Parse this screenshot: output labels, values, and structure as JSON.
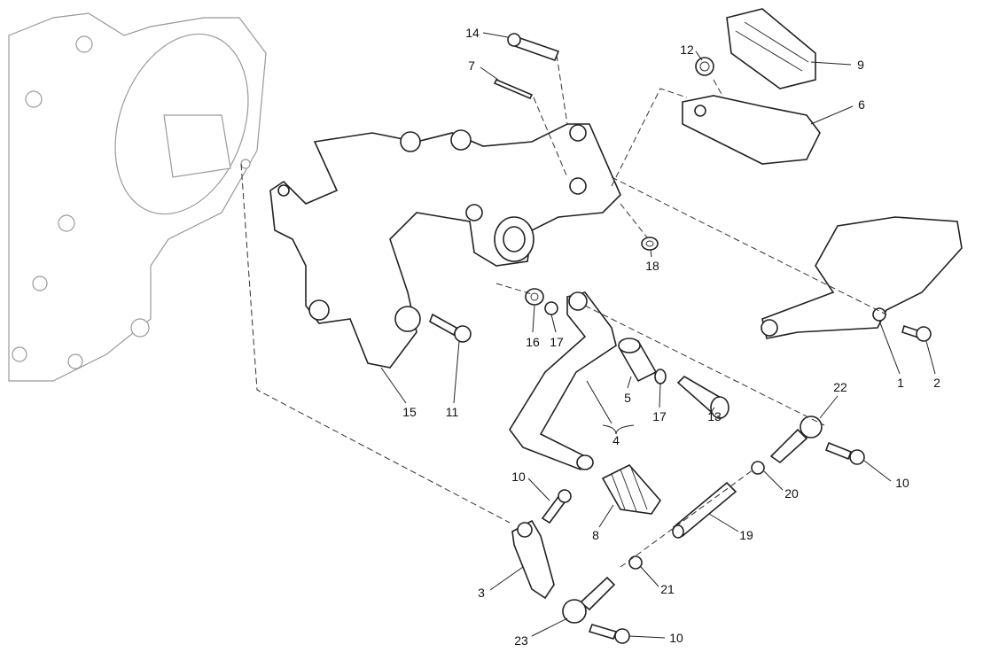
{
  "diagram": {
    "title": "Footrest assembly exploded view",
    "callouts": [
      {
        "id": "c14",
        "text": "14"
      },
      {
        "id": "c7",
        "text": "7"
      },
      {
        "id": "c12",
        "text": "12"
      },
      {
        "id": "c9",
        "text": "9"
      },
      {
        "id": "c6",
        "text": "6"
      },
      {
        "id": "c18",
        "text": "18"
      },
      {
        "id": "c16",
        "text": "16"
      },
      {
        "id": "c17a",
        "text": "17"
      },
      {
        "id": "c15",
        "text": "15"
      },
      {
        "id": "c11",
        "text": "11"
      },
      {
        "id": "c5",
        "text": "5"
      },
      {
        "id": "c4",
        "text": "4"
      },
      {
        "id": "c17b",
        "text": "17"
      },
      {
        "id": "c13",
        "text": "13"
      },
      {
        "id": "c22",
        "text": "22"
      },
      {
        "id": "c1",
        "text": "1"
      },
      {
        "id": "c2",
        "text": "2"
      },
      {
        "id": "c10a",
        "text": "10"
      },
      {
        "id": "c10b",
        "text": "10"
      },
      {
        "id": "c20",
        "text": "20"
      },
      {
        "id": "c19",
        "text": "19"
      },
      {
        "id": "c8",
        "text": "8"
      },
      {
        "id": "c3",
        "text": "3"
      },
      {
        "id": "c21",
        "text": "21"
      },
      {
        "id": "c23",
        "text": "23"
      },
      {
        "id": "c10c",
        "text": "10"
      }
    ]
  }
}
